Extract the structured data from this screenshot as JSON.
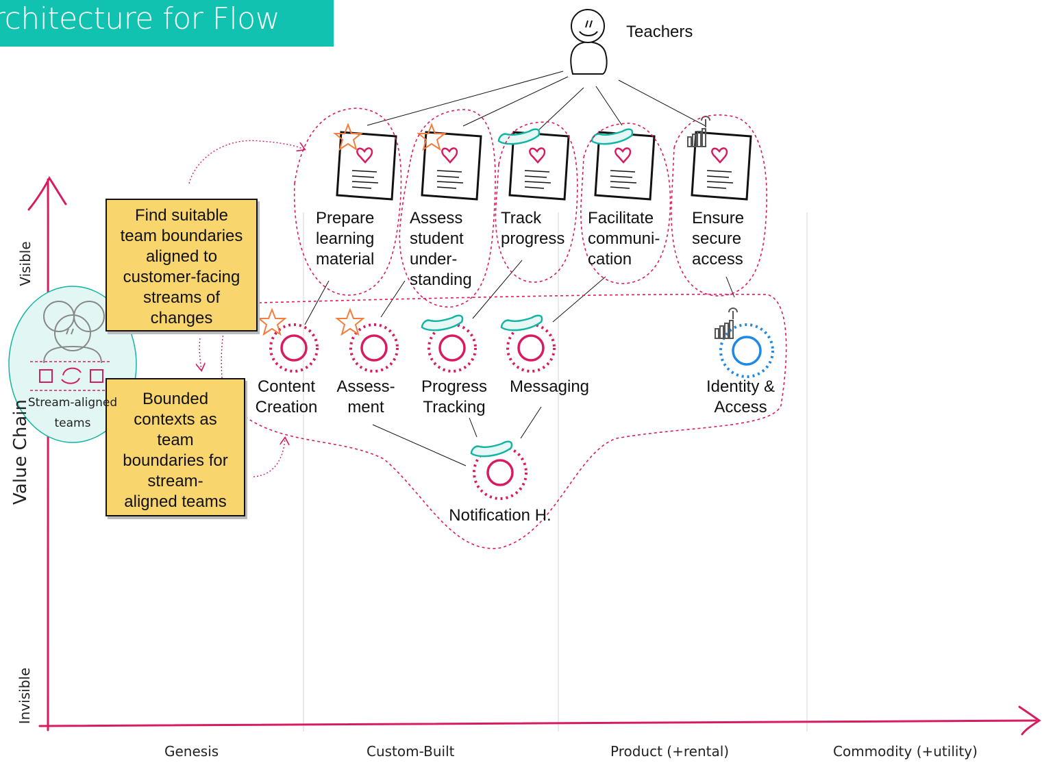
{
  "title": "rchitecture for Flow",
  "user_label": "Teachers",
  "needs": [
    {
      "label": "Prepare\nlearning\nmaterial",
      "badge": "star-icon"
    },
    {
      "label": "Assess\nstudent\nunder-\nstanding",
      "badge": "star-icon"
    },
    {
      "label": "Track\nprogress",
      "badge": "hand-icon"
    },
    {
      "label": "Facilitate\ncommuni-\ncation",
      "badge": "hand-icon"
    },
    {
      "label": "Ensure\nsecure\naccess",
      "badge": "wrench-hand-icon"
    }
  ],
  "components": [
    {
      "label": "Content\nCreation",
      "badge": "star-icon"
    },
    {
      "label": "Assess-\nment",
      "badge": "star-icon"
    },
    {
      "label": "Progress\nTracking",
      "badge": "hand-icon"
    },
    {
      "label": "Messaging",
      "badge": "hand-icon"
    },
    {
      "label": "Identity &\nAccess",
      "badge": "wrench-hand-icon"
    },
    {
      "label": "Notification H.",
      "badge": "hand-icon"
    }
  ],
  "notes": [
    "Find suitable\nteam boundaries\naligned to\ncustomer-facing\nstreams of\nchanges",
    "Bounded\ncontexts as\nteam\nboundaries for\nstream-\naligned teams"
  ],
  "team": {
    "label": "Stream-aligned\nteams"
  },
  "axes": {
    "y_title": "Value Chain",
    "y_top": "Visible",
    "y_bottom": "Invisible",
    "evolution": [
      "Genesis",
      "Custom-Built",
      "Product (+rental)",
      "Commodity (+utility)"
    ]
  },
  "colors": {
    "accent": "#d81b60",
    "team_fill": "#e2f6f3",
    "title_bar": "#12c2b0",
    "note_fill": "#f9d56e",
    "platform_blue": "#1e88e5"
  }
}
